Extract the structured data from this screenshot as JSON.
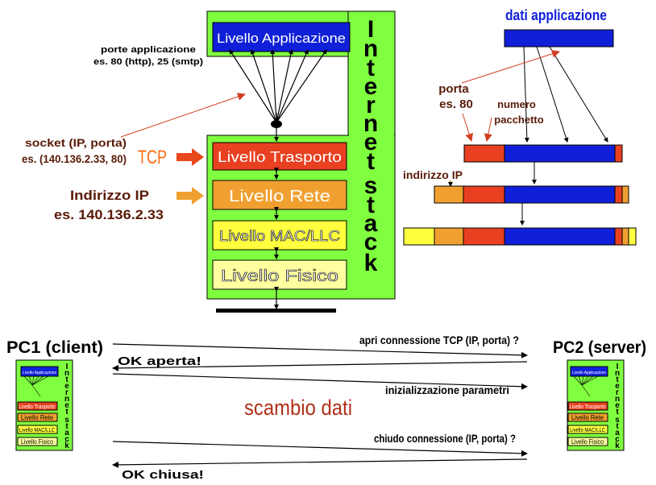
{
  "stack": {
    "app_layer": "Livello Applicazione",
    "transport_layer": "Livello Trasporto",
    "network_layer": "Livello Rete",
    "mac_layer": "Livello MAC/LLC",
    "physical_layer": "Livello Fisico",
    "vertical_title": [
      "I",
      "n",
      "t",
      "e",
      "r",
      "n",
      "e",
      "t",
      "s",
      "t",
      "a",
      "c",
      "k"
    ]
  },
  "labels": {
    "ports_line1": "porte applicazione",
    "ports_line2": "es. 80 (http), 25 (smtp)",
    "socket_line1": "socket (IP, porta)",
    "socket_line2": "es. (140.136.2.33, 80)",
    "tcp": "TCP",
    "ip_line1": "Indirizzo IP",
    "ip_line2": "es. 140.136.2.33"
  },
  "packet": {
    "app_data": "dati applicazione",
    "port_line1": "porta",
    "port_line2": "es. 80",
    "seq_line1": "numero",
    "seq_line2": "pacchetto",
    "ip_addr": "indirizzo IP"
  },
  "exchange": {
    "pc1": "PC1 (client)",
    "pc2": "PC2 (server)",
    "msg1": "apri connessione TCP (IP, porta) ?",
    "msg2": "OK aperta!",
    "msg3": "inizializzazione parametri",
    "center": "scambio dati",
    "msg4": "chiudo connessione (IP, porta) ?",
    "msg5": "OK chiusa!"
  },
  "mini_stack": {
    "app": "Livello Applicazione",
    "transport": "Livello Trasporto",
    "network": "Livello Rete",
    "mac": "Livello MAC/LLC",
    "physical": "Livello Fisico",
    "vertical_title": [
      "I",
      "n",
      "t",
      "e",
      "r",
      "n",
      "e",
      "t",
      "s",
      "t",
      "a",
      "c",
      "k"
    ]
  },
  "colors": {
    "stack_green": "#80ff40",
    "app_blue": "#1020d8",
    "transport_red": "#e84020",
    "network_orange": "#f0a030",
    "mac_yellow": "#ffff40",
    "physical_yellow": "#ffffa0",
    "title_dark_red": "#5a1a08",
    "tcp_orange": "#ff6a10"
  }
}
